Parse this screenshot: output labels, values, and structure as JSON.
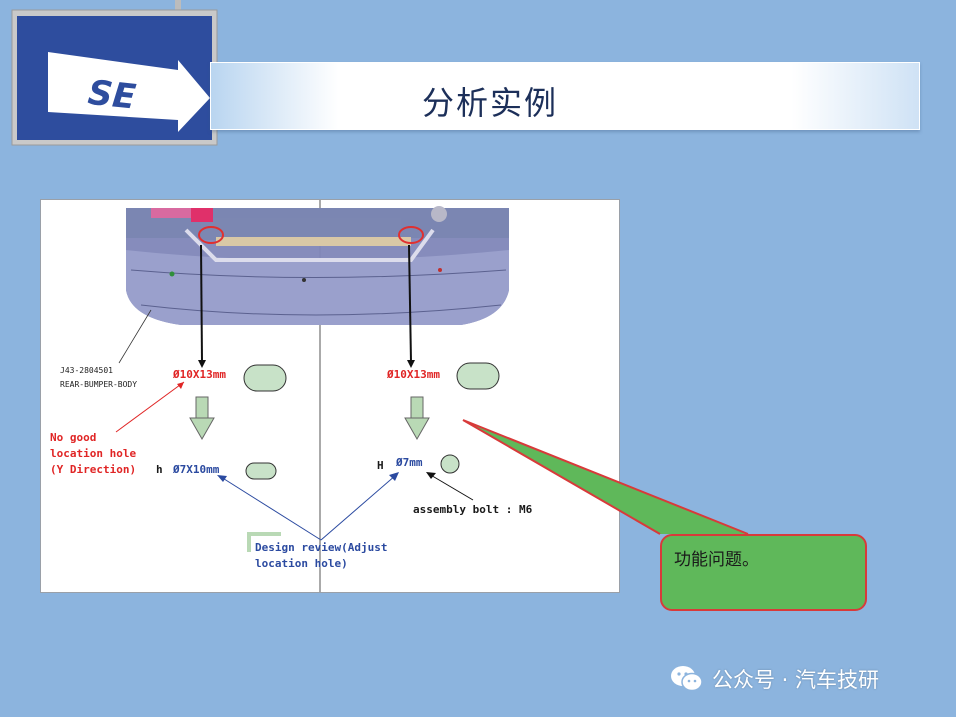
{
  "header": {
    "sign_text": "SE",
    "title": "分析实例"
  },
  "figure": {
    "part_number": "J43-2804501",
    "part_name": "REAR-BUMPER-BODY",
    "left_original_hole": "Ø10X13mm",
    "right_original_hole": "Ø10X13mm",
    "left_new_prefix": "h",
    "left_new_hole": "Ø7X10mm",
    "right_new_prefix": "H",
    "right_new_hole": "Ø7mm",
    "issue_note": [
      "No good",
      "location hole",
      "(Y Direction)"
    ],
    "design_review": [
      "Design review(Adjust",
      "location hole)"
    ],
    "assembly_bolt": "assembly bolt : M6"
  },
  "callout": {
    "text": "功能问题。"
  },
  "watermark": {
    "icon": "wechat-icon",
    "text": "公众号 · 汽车技研"
  },
  "colors": {
    "background": "#8cb4de",
    "sign_blue": "#2e4d9e",
    "title_text": "#1c2f59",
    "callout_fill": "#5fb85a",
    "callout_border": "#d83a3a",
    "hole_fill": "#c8e2c8",
    "red_label": "#e02525",
    "blue_label": "#2b4aa0"
  }
}
